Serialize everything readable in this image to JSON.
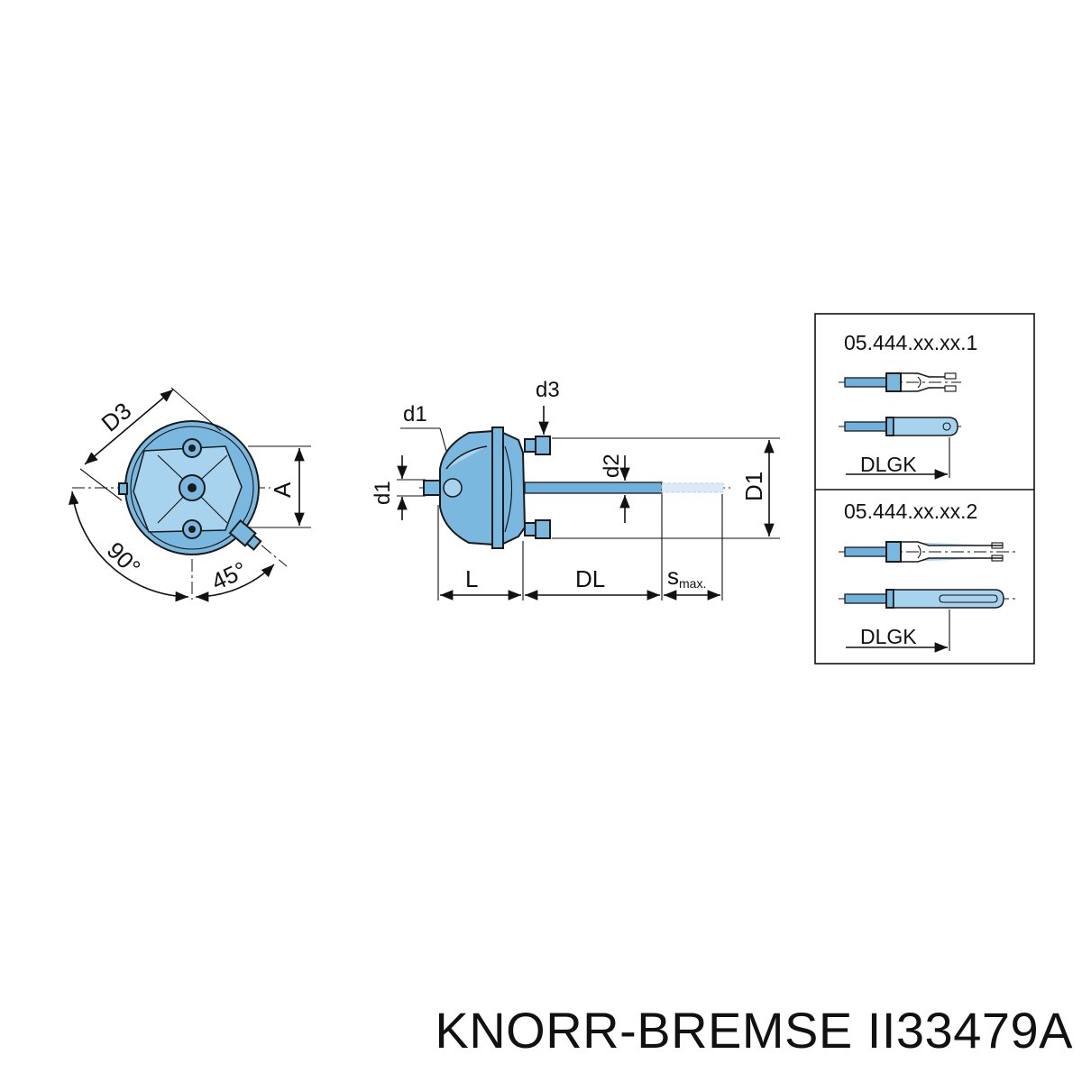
{
  "front_view": {
    "label_D3": "D3",
    "label_A": "A",
    "label_angle_90": "90°",
    "label_angle_45": "45°"
  },
  "side_view": {
    "label_d1_top": "d1",
    "label_d1_side": "d1",
    "label_d3": "d3",
    "label_d2": "d2",
    "label_D1": "D1",
    "label_L": "L",
    "label_DL": "DL",
    "label_s": "s",
    "label_s_sub": "max."
  },
  "variants": {
    "variant1_code": "05.444.xx.xx.1",
    "variant1_dim": "DLGK",
    "variant2_code": "05.444.xx.xx.2",
    "variant2_dim": "DLGK"
  },
  "caption": "KNORR-BREMSE II33479A",
  "colors": {
    "part_fill": "#7ab8e0",
    "line": "#111111"
  }
}
